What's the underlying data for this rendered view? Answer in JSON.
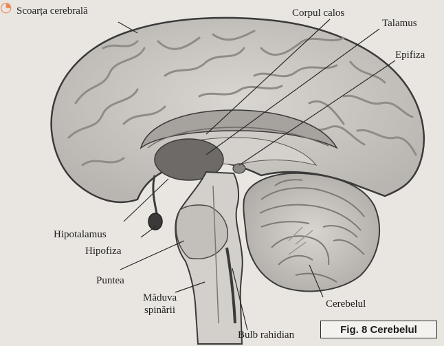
{
  "figure": {
    "labels": {
      "scoarta": "Scoarța cerebrală",
      "corpul_calos": "Corpul calos",
      "talamus": "Talamus",
      "epifiza": "Epifiza",
      "hipotalamus": "Hipotalamus",
      "hipofiza": "Hipofiza",
      "puntea": "Puntea",
      "maduva_1": "Măduva",
      "maduva_2": "spinării",
      "cerebelul": "Cerebelul",
      "bulb": "Bulb rahidian"
    },
    "caption": "Fig. 8 Cerebelul"
  },
  "colors": {
    "background": "#e9e6e1",
    "line": "#2a2a2a",
    "cortex": "#c9c5c0",
    "dark": "#777270"
  }
}
